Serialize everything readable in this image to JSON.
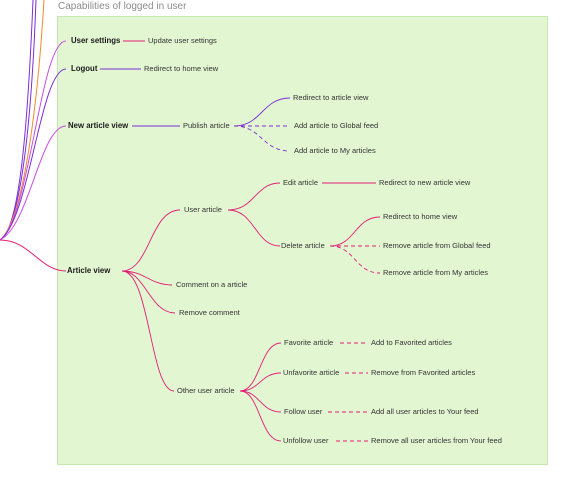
{
  "frame": {
    "title": "Capabilities of logged in user"
  },
  "colors": {
    "frame_bg": "#e3f6d2",
    "link_pink": "#e11d74",
    "link_purple": "#7a2fd6",
    "link_orange": "#f08a2e",
    "link_magenta": "#c84de0"
  },
  "nodes": {
    "user_settings": "User settings",
    "update_user_settings": "Update user settings",
    "logout": "Logout",
    "redirect_home_1": "Redirect to home view",
    "new_article_view": "New article view",
    "publish_article": "Publish article",
    "redirect_article_view": "Redirect to article view",
    "add_global_feed": "Add article to Global feed",
    "add_my_articles": "Add article to My articles",
    "article_view": "Article view",
    "user_article": "User article",
    "edit_article": "Edit article",
    "redirect_new_article_view": "Redirect to new article view",
    "delete_article": "Delete article",
    "redirect_home_2": "Redirect to home view",
    "remove_global_feed": "Remove article from Global feed",
    "remove_my_articles": "Remove article from My articles",
    "comment_on_article": "Comment on a article",
    "remove_comment": "Remove comment",
    "other_user_article": "Other user article",
    "favorite_article": "Favorite article",
    "add_favorited": "Add to Favorited articles",
    "unfavorite_article": "Unfavorite article",
    "remove_favorited": "Remove from Favorited articles",
    "follow_user": "Follow user",
    "add_your_feed": "Add all user articles to Your feed",
    "unfollow_user": "Unfollow user",
    "remove_your_feed": "Remove all user articles from Your feed"
  }
}
